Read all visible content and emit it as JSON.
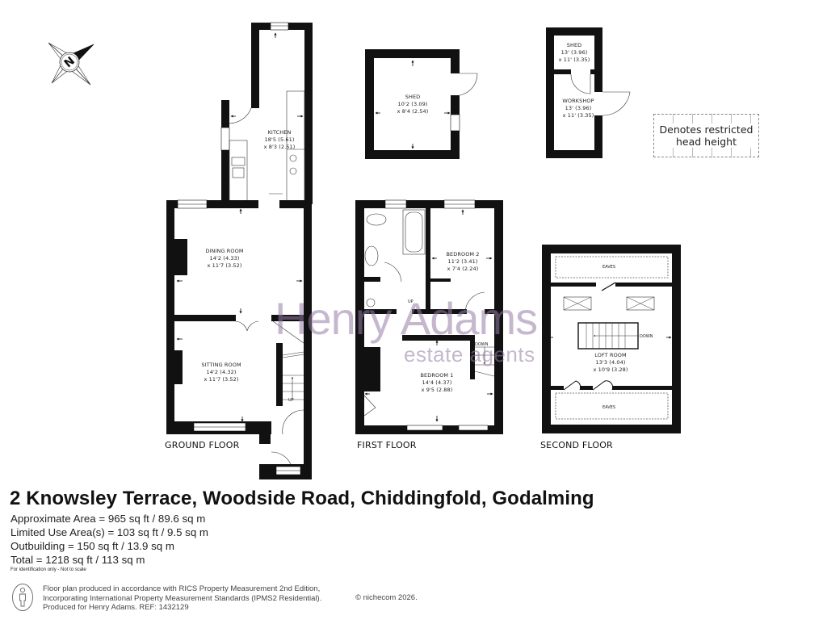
{
  "compass": {
    "label": "N",
    "icon": "compass-north-icon"
  },
  "legend": {
    "line1": "Denotes restricted",
    "line2": "head height"
  },
  "watermark": {
    "name": "Henry Adams",
    "sub": "estate agents"
  },
  "floors": {
    "ground": {
      "label": "GROUND FLOOR",
      "rooms": [
        {
          "name": "KITCHEN",
          "dim1": "18'5 (5.61)",
          "dim2": "x 8'3 (2.51)"
        },
        {
          "name": "DINING ROOM",
          "dim1": "14'2 (4.33)",
          "dim2": "x 11'7 (3.52)"
        },
        {
          "name": "SITTING ROOM",
          "dim1": "14'2 (4.32)",
          "dim2": "x 11'7 (3.52)"
        }
      ],
      "stairs_label": "UP"
    },
    "first": {
      "label": "FIRST FLOOR",
      "rooms": [
        {
          "name": "BEDROOM 2",
          "dim1": "11'2 (3.41)",
          "dim2": "x 7'4 (2.24)"
        },
        {
          "name": "BEDROOM 1",
          "dim1": "14'4 (4.37)",
          "dim2": "x 9'5 (2.88)"
        }
      ],
      "stairs_up": "UP",
      "stairs_down": "DOWN"
    },
    "second": {
      "label": "SECOND FLOOR",
      "rooms": [
        {
          "name": "LOFT ROOM",
          "dim1": "13'3 (4.04)",
          "dim2": "x 10'9 (3.28)"
        }
      ],
      "eaves_top": "EAVES",
      "eaves_bottom": "EAVES",
      "stairs_down": "DOWN"
    },
    "outbuildings": [
      {
        "name": "SHED",
        "dim1": "10'2 (3.09)",
        "dim2": "x 8'4 (2.54)"
      },
      {
        "name": "SHED",
        "dim1": "13' (3.96)",
        "dim2": "x 11' (3.35)"
      },
      {
        "name": "WORKSHOP",
        "dim1": "13' (3.96)",
        "dim2": "x 11' (3.35)"
      }
    ]
  },
  "property": {
    "title": "2 Knowsley Terrace, Woodside Road, Chiddingfold, Godalming",
    "areas": [
      "Approximate Area = 965 sq ft / 89.6 sq m",
      "Limited Use Area(s) = 103 sq ft / 9.5 sq m",
      "Outbuilding = 150 sq ft / 13.9 sq m",
      "Total = 1218 sq ft / 113 sq m"
    ],
    "disclaimer": "For identification only - Not to scale"
  },
  "footer": {
    "line1": "Floor plan produced in accordance with RICS Property Measurement 2nd Edition,",
    "line2": "Incorporating International Property Measurement Standards (IPMS2 Residential).",
    "line3": "Produced for Henry Adams.   REF: 1432129",
    "copyright": "© nichecom 2026."
  }
}
